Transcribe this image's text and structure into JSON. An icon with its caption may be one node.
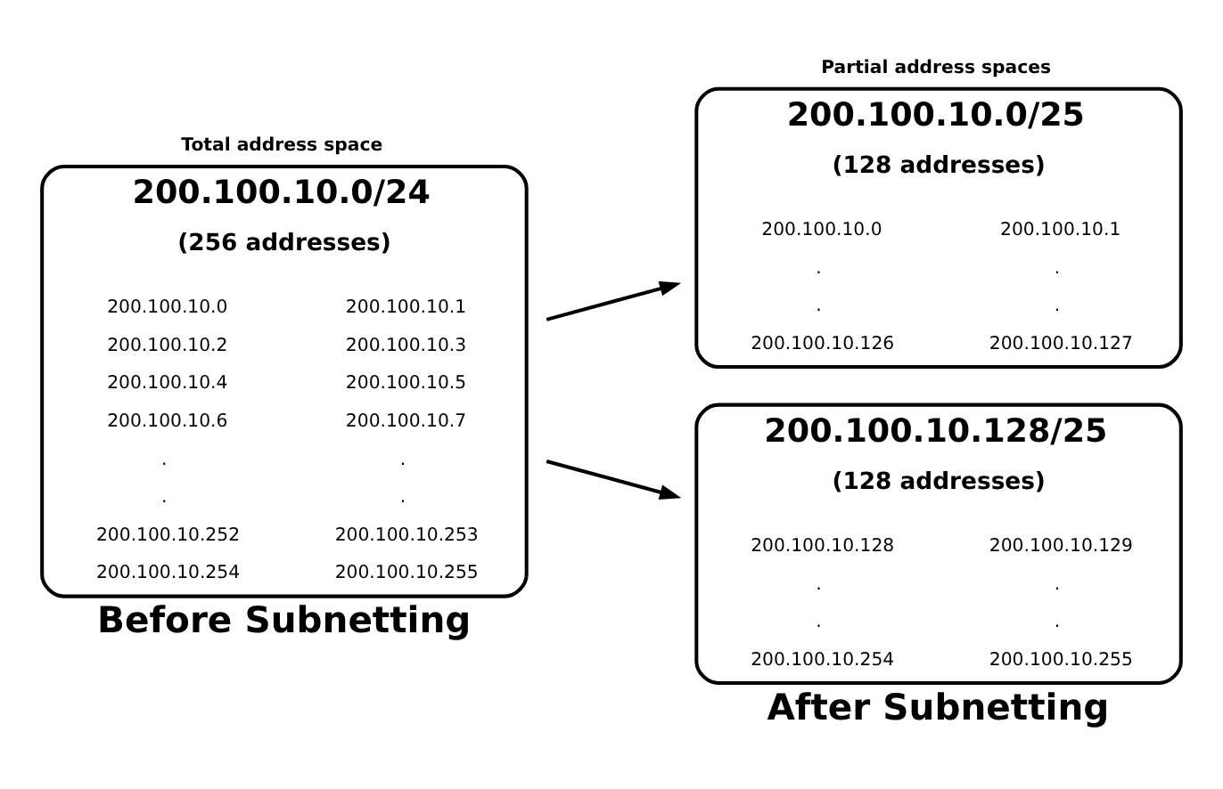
{
  "diagram": {
    "nodes": [
      {
        "text": [
          "Total address space",
          "200.100.10.0/24",
          "(256 addresses)",
          "200.100.10.0",
          "200.100.10.1",
          "200.100.10.2",
          "200.100.10.3",
          "200.100.10.4",
          "200.100.10.5",
          "200.100.10.6",
          "200.100.10.7",
          ".",
          ".",
          ".",
          ".",
          "200.100.10.252",
          "200.100.10.253",
          "200.100.10.254",
          "200.100.10.255"
        ],
        "beside": [
          "Before Subnetting"
        ]
      },
      {
        "text": [
          "Partial address spaces",
          "200.100.10.0/25",
          "(128 addresses)",
          "200.100.10.0",
          "200.100.10.1",
          ".",
          ".",
          ".",
          ".",
          "200.100.10.126",
          "200.100.10.127"
        ]
      },
      {
        "text": [
          "200.100.10.128/25",
          "(128 addresses)",
          "200.100.10.128",
          "200.100.10.129",
          ".",
          ".",
          ".",
          ".",
          "200.100.10.254",
          "200.100.10.255"
        ],
        "beside": [
          "After Subnetting"
        ]
      }
    ],
    "edges": [
      {
        "from": 0,
        "to": 1,
        "arrow": "to"
      },
      {
        "from": 0,
        "to": 2,
        "arrow": "to"
      }
    ]
  }
}
